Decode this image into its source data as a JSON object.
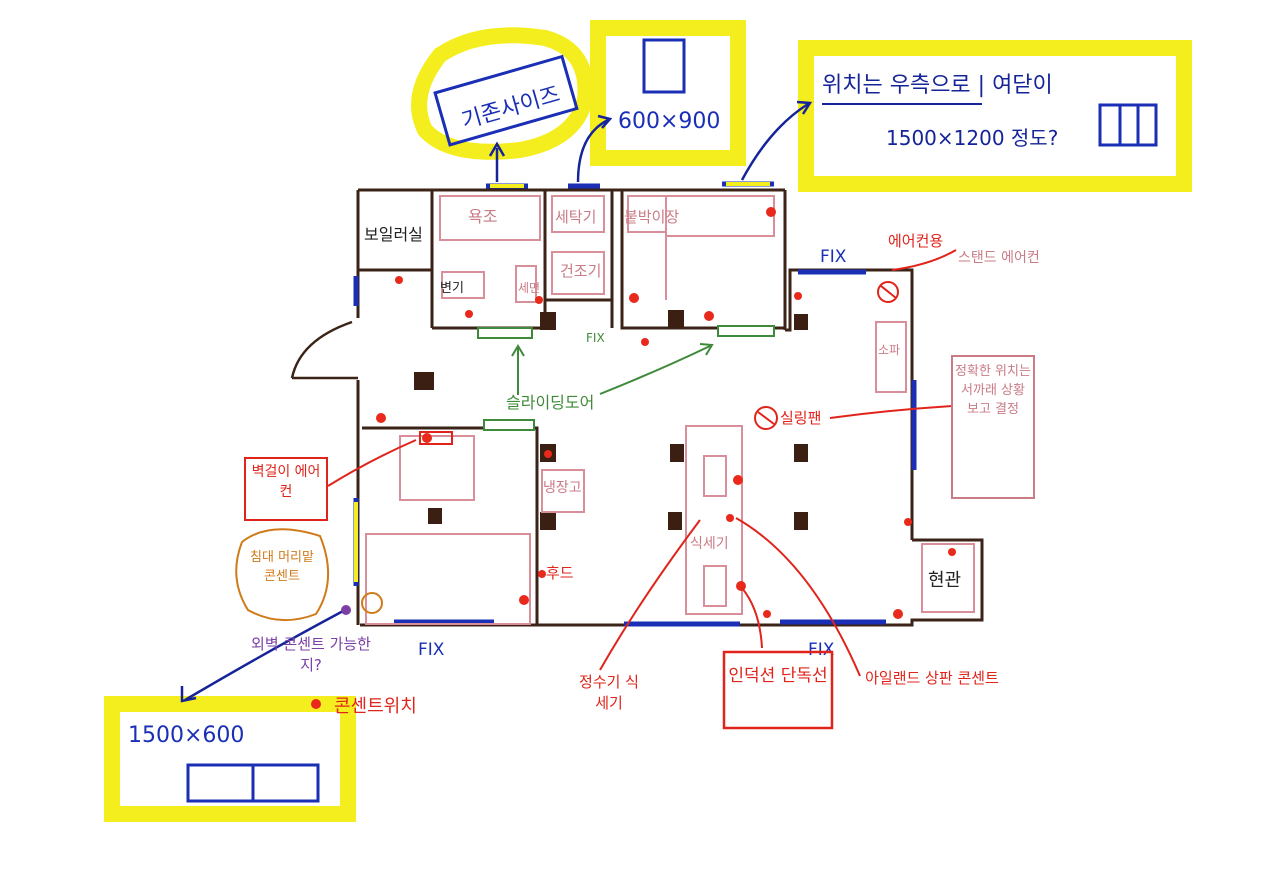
{
  "colors": {
    "wall": "#3b2417",
    "window_blue": "#1a2fb5",
    "highlight_yellow": "#f5ee1e",
    "outlet_red": "#e8291c",
    "furniture_pink": "#d98f99",
    "sliding_door_green": "#3f8a3a",
    "column": "#3a1f12"
  },
  "callouts": {
    "standard_size": "기존사이즈",
    "window_600": "600×900",
    "right_position_line1": "위치는 우측으로 | 여닫이",
    "right_position_line2": "1500×1200 정도?",
    "bottom_size": "1500×600"
  },
  "rooms": {
    "boiler": "보일러실",
    "bath": "욕조",
    "toilet": "변기",
    "sink": "세면",
    "washer": "세탁기",
    "dryer": "건조기",
    "built_in": "붙박이장",
    "fridge": "냉장고",
    "hood": "후드",
    "kimchi": "식세기",
    "entrance": "현관",
    "sofa": "소파"
  },
  "labels": {
    "fix_top": "FIX",
    "fix_bottom_left": "FIX",
    "fix_bottom_right": "FIX",
    "fix_small": "FIX",
    "sliding_door": "슬라이딩도어",
    "aircon_stand": "에어컨용",
    "stand_aircon": "스탠드 에어컨",
    "ceiling_fan": "실링팬",
    "tv_note": "정확한 위치는 서까래 상황 보고 결정",
    "wall_aircon": "벽걸이 에어컨",
    "bed_head": "침대 머리맡 콘센트",
    "outer_wall": "외벽 콘센트 가능한지?",
    "outlet_pos": "콘센트위치",
    "water_purifier": "정수기 식세기",
    "induction": "인덕션 단독선",
    "island": "아일랜드 상판 콘센트"
  }
}
